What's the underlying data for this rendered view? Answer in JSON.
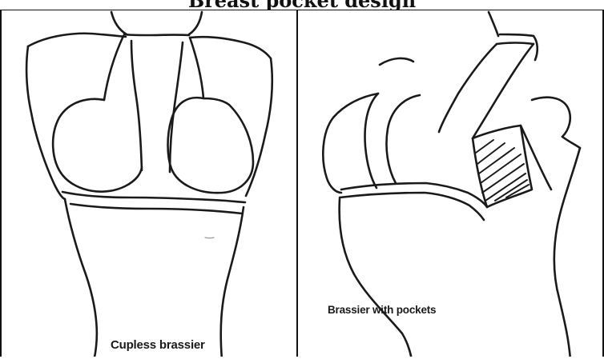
{
  "figure": {
    "top_caption": "Breast pocket design"
  },
  "panels": [
    {
      "id": "left",
      "label": "Cupless brassier"
    },
    {
      "id": "right",
      "label": "Brassier with pockets"
    }
  ],
  "colors": {
    "ink": "#1a1a1a",
    "paper": "#ffffff"
  }
}
